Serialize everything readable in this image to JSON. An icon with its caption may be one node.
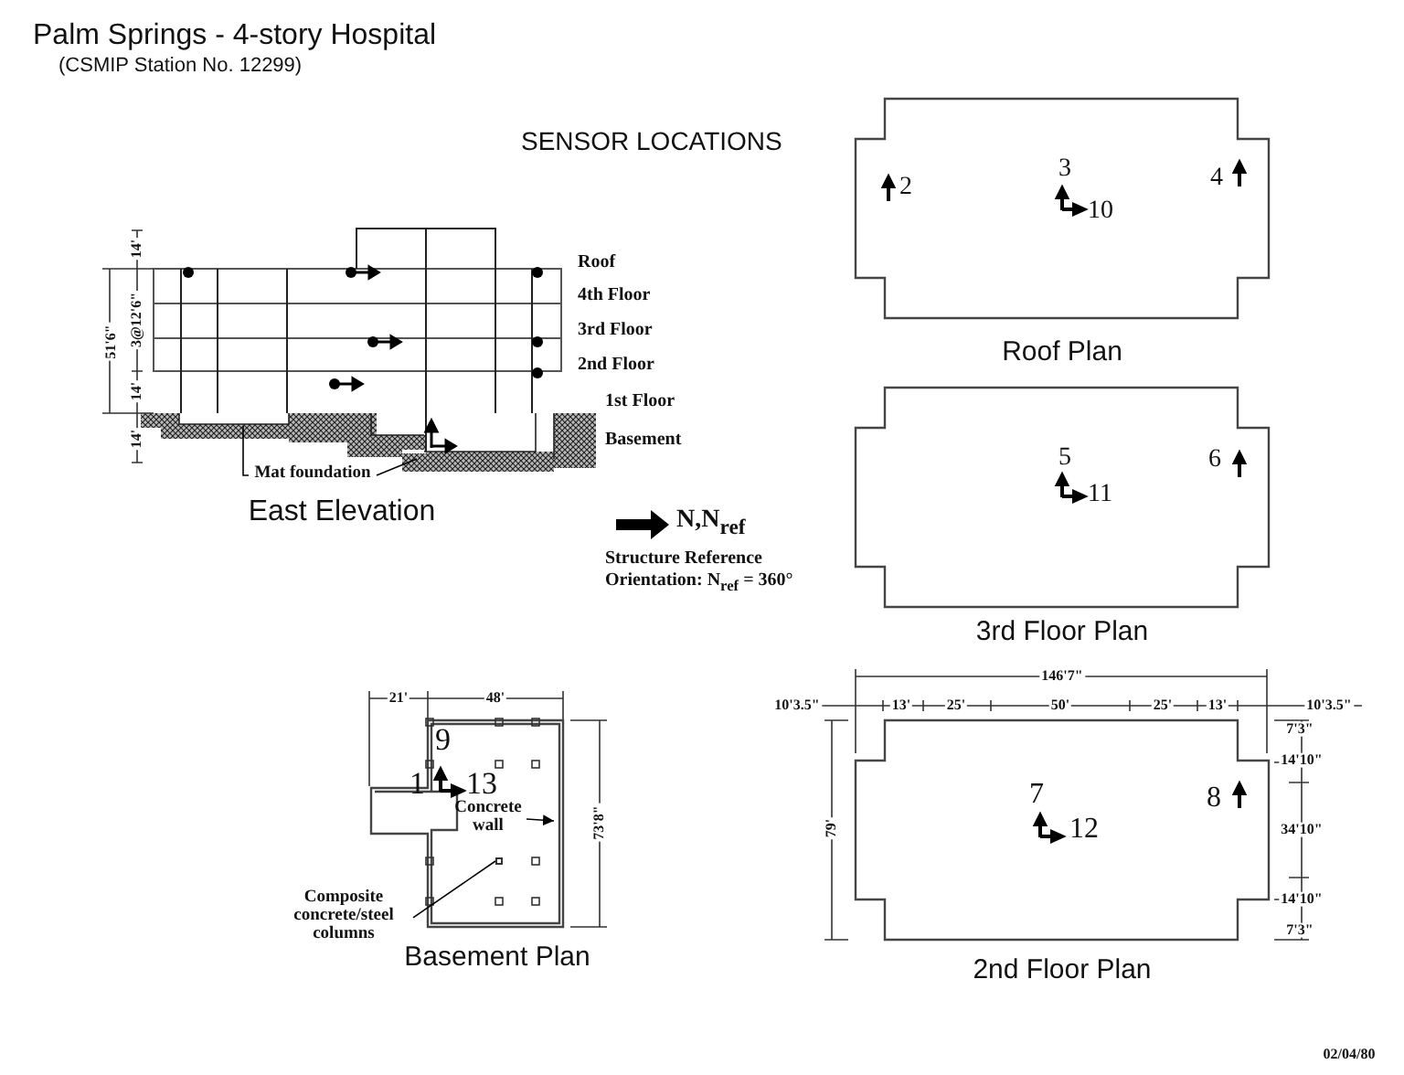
{
  "diagram": {
    "title": "Palm Springs - 4-story Hospital",
    "nodes": [
      {
        "text": [
          "2",
          "3",
          "10",
          "4"
        ],
        "beside": [
          "Roof Plan"
        ]
      },
      {
        "text": [
          "5",
          "11",
          "6"
        ],
        "beside": [
          "3rd Floor Plan"
        ]
      },
      {
        "text": [
          "7",
          "12",
          "8"
        ],
        "beside": [
          "2nd Floor Plan"
        ]
      },
      {
        "text": [
          "9",
          "1",
          "13"
        ],
        "beside": [
          "Basement Plan"
        ]
      },
      {
        "text": [
          "Mat foundation"
        ]
      },
      {
        "text": [
          "Concrete wall"
        ],
        "in": 3
      },
      {
        "text": [
          "Composite concrete/steel columns"
        ]
      },
      {
        "text": [],
        "shape": "box",
        "in": 3
      }
    ],
    "edges": [
      {
        "from": 4,
        "to": null,
        "arrow": "none"
      },
      {
        "from": 4,
        "to": null,
        "arrow": "none"
      },
      {
        "from": 5,
        "to": null,
        "arrow": "to"
      },
      {
        "from": 6,
        "to": 7,
        "arrow": "none"
      }
    ],
    "labels": [
      "(CSMIP Station No. 12299)",
      "SENSOR LOCATIONS",
      "14'",
      "3@12'6\"",
      "14'",
      "14'",
      "51'6\"",
      "Roof",
      "4th Floor",
      "3rd Floor",
      "2nd Floor",
      "1st Floor",
      "Basement",
      "East Elevation",
      "N,N$_{ref}$",
      "Structure Reference Orientation: N$_{ref}$ = 360°",
      "21'",
      "48'",
      "73'8\"",
      "146'7\"",
      "10'3.5\"",
      "13'",
      "25'",
      "50'",
      "25'",
      "13'",
      "10'3.5\"",
      "7'3\"",
      "14'10\"",
      "34'10\"",
      "14'10\"",
      "7'3\"",
      "79'",
      "02/04/80"
    ]
  }
}
